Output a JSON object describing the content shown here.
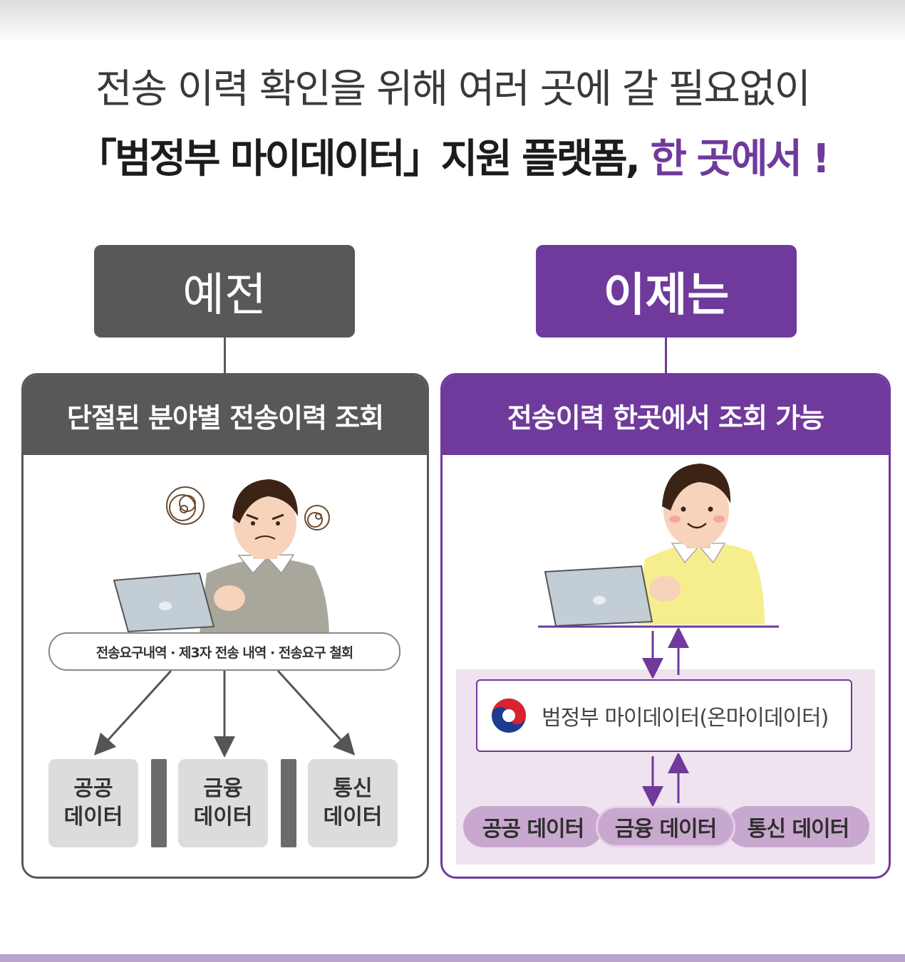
{
  "headline": {
    "line1": "전송 이력 확인을 위해 여러 곳에 갈 필요없이",
    "line2_main": "「범정부 마이데이터」지원 플랫폼,",
    "line2_accent": "한 곳에서 !"
  },
  "before": {
    "tag": "예전",
    "title": "단절된 분야별 전송이력 조회",
    "request_pill": "전송요구내역 · 제3자 전송 내역 · 전송요구 철회",
    "data_boxes": [
      {
        "line1": "공공",
        "line2": "데이터"
      },
      {
        "line1": "금융",
        "line2": "데이터"
      },
      {
        "line1": "통신",
        "line2": "데이터"
      }
    ]
  },
  "now": {
    "tag": "이제는",
    "title": "전송이력 한곳에서 조회 가능",
    "platform_label": "범정부 마이데이터(온마이데이터)",
    "chips": [
      "공공 데이터",
      "금융 데이터",
      "통신 데이터"
    ]
  },
  "colors": {
    "before_gray": "#58585b",
    "accent_purple": "#6f3a9c",
    "chip_purple": "#c9a8cf",
    "soft_purple": "#f0e3f0"
  },
  "icons": [
    "stressed-person-icon",
    "happy-person-icon",
    "laptop-icon",
    "korea-government-emblem-icon",
    "arrow-icon"
  ]
}
